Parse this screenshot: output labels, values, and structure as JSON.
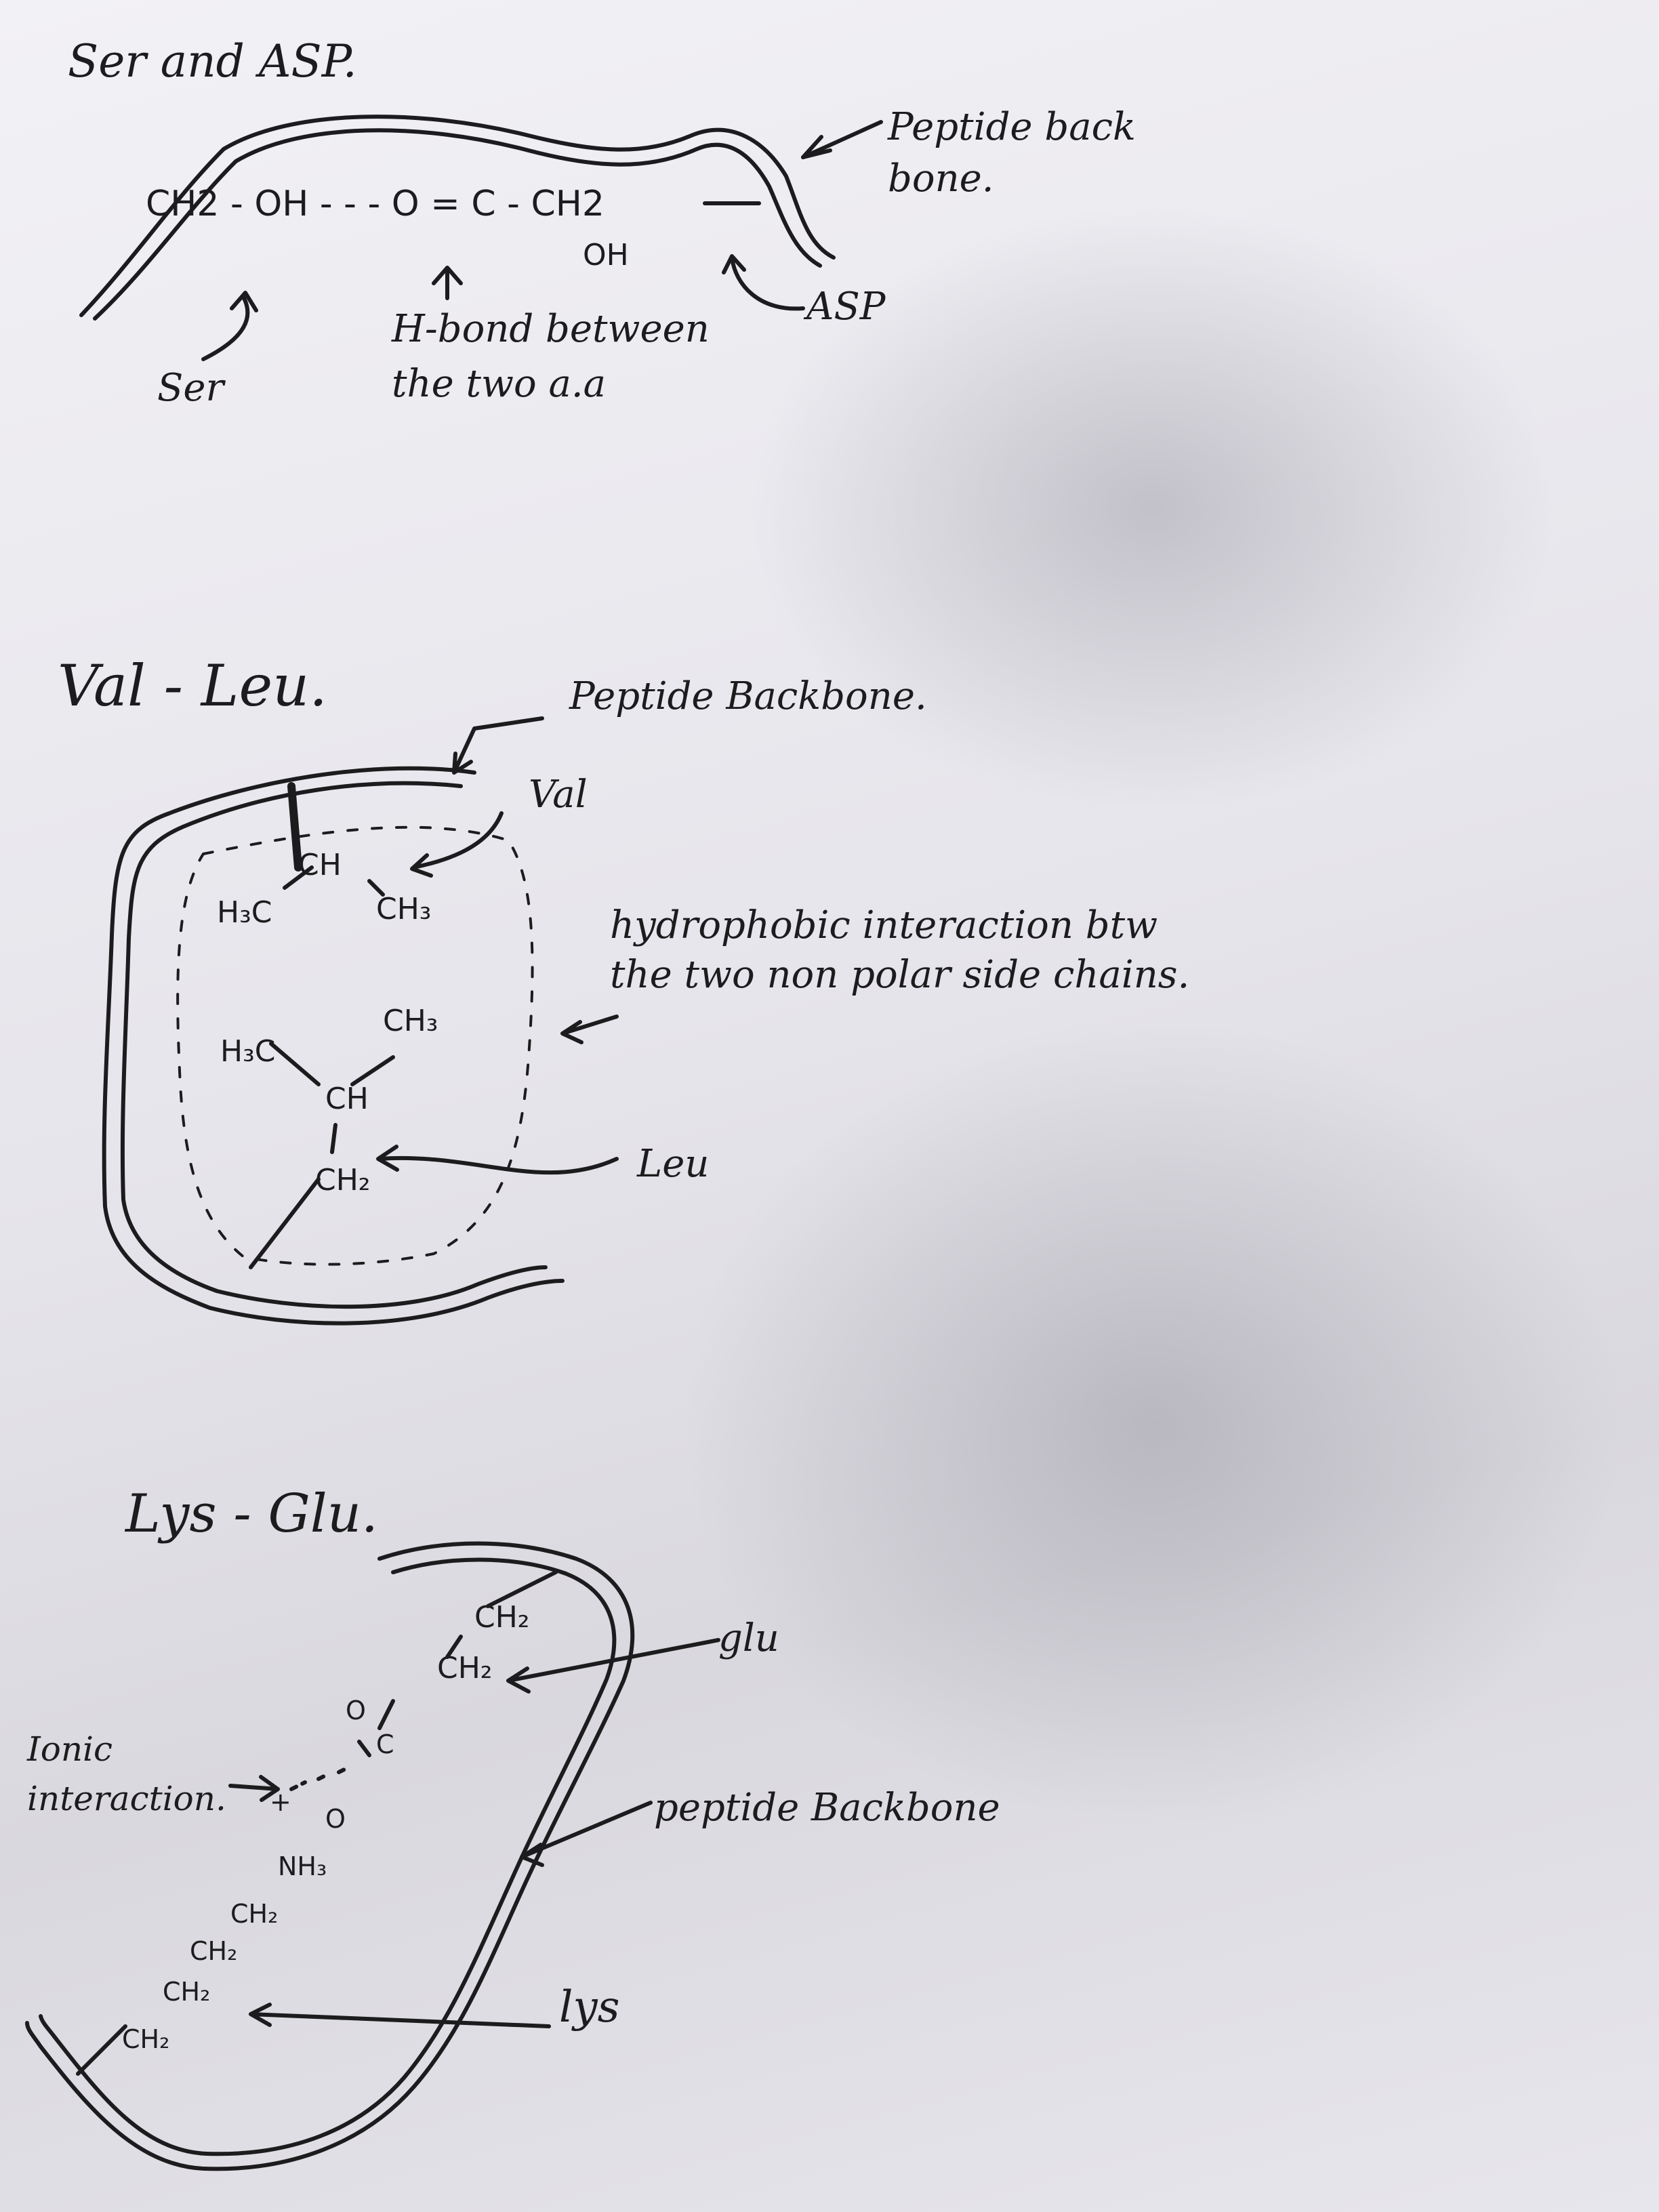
{
  "section_1": {
    "title": "Ser and ASP.",
    "backbone_label": "Peptide back bone.",
    "side_chain_formula": "CH2 - OH - - - O = C - CH2",
    "carboxyl_oh": "OH",
    "residue_ser": "Ser",
    "residue_asp": "ASP",
    "bond_caption": "H-bond between the two a.a"
  },
  "section_2": {
    "title": "Val - Leu.",
    "backbone_label": "Peptide Backbone.",
    "residue_val": "Val",
    "residue_leu": "Leu",
    "interaction_caption": "hydrophobic interaction btw the two non polar side chains."
  },
  "section_3": {
    "title": "Lys - Glu.",
    "residue_glu": "glu",
    "residue_lys": "lys",
    "backbone_label": "peptide Backbone",
    "interaction_caption": "Ionic interaction."
  },
  "colors": {
    "ink": "#1c1c1e",
    "paper": "#eceaef"
  }
}
